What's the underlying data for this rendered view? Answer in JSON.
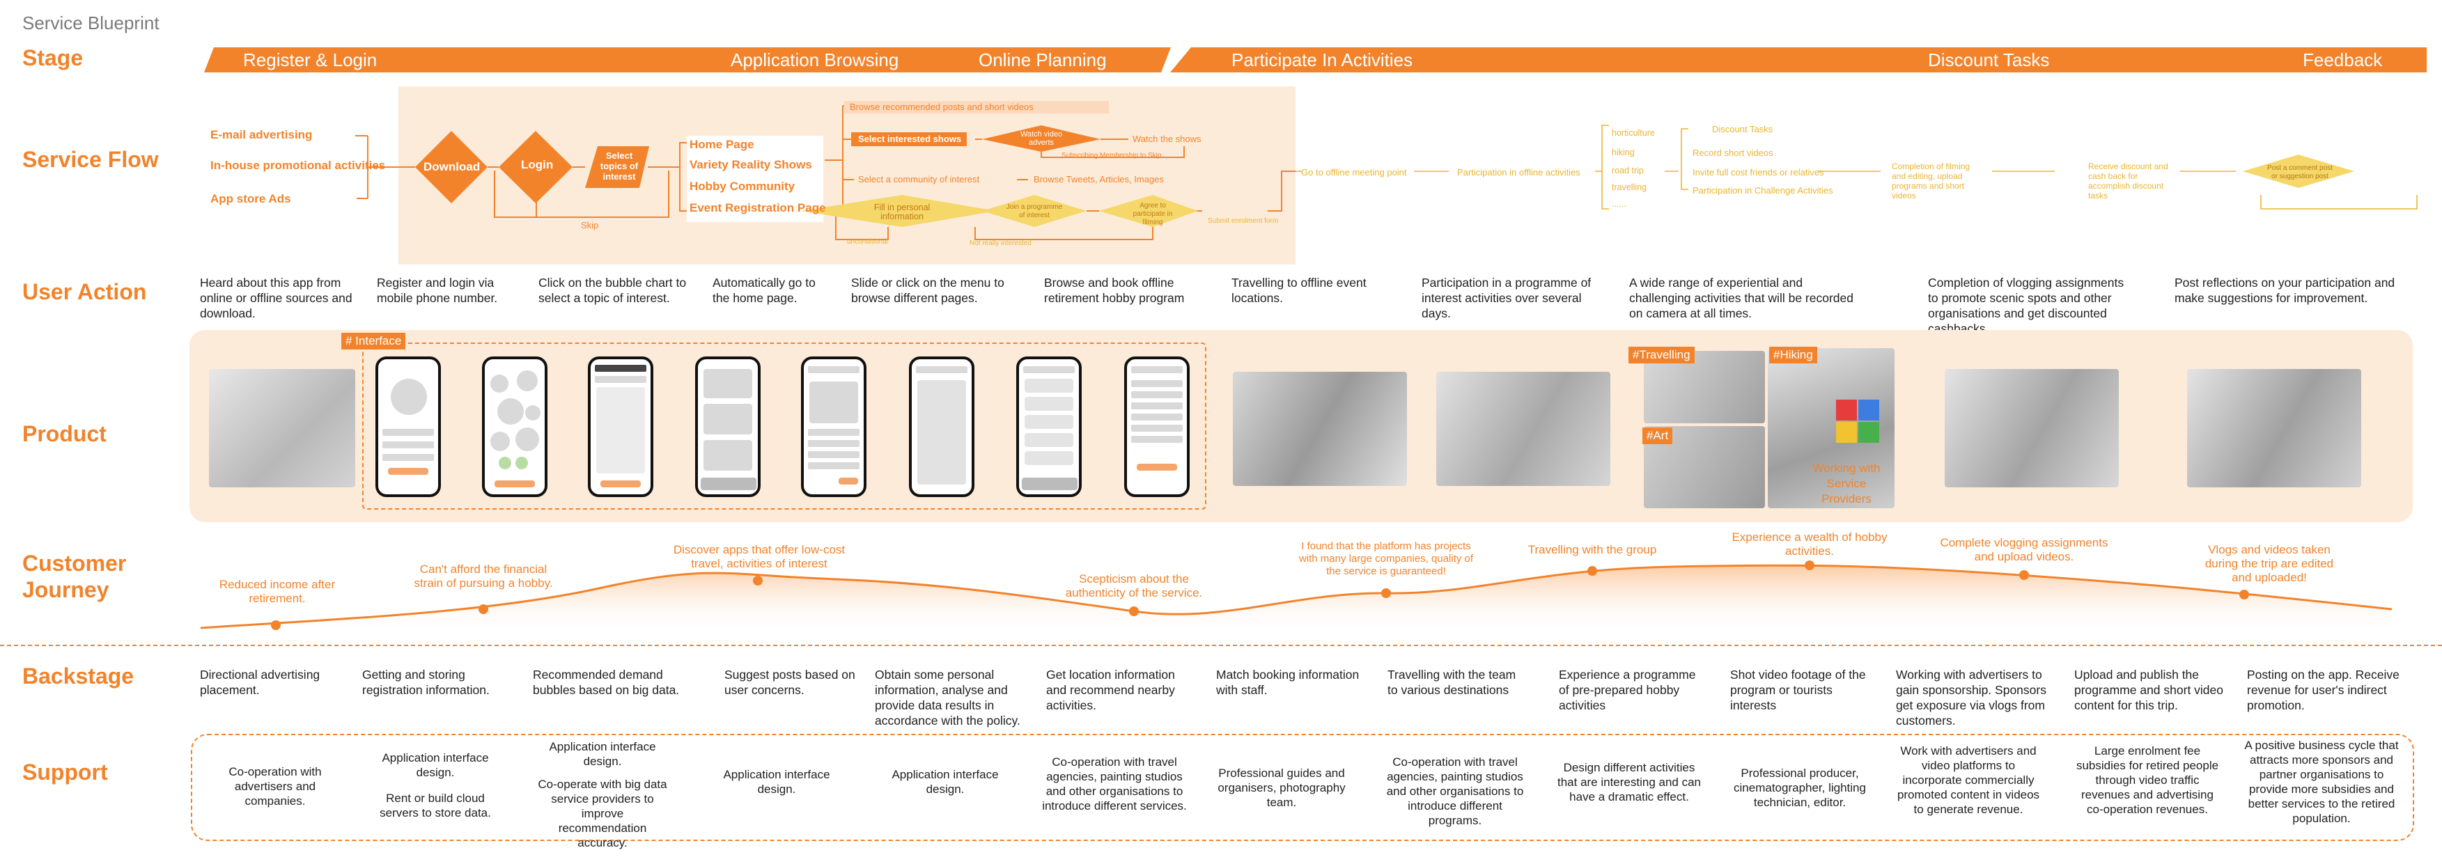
{
  "title": "Service Blueprint",
  "labels": {
    "stage": "Stage",
    "service_flow": "Service Flow",
    "user_action": "User Action",
    "product": "Product",
    "customer_journey": "Customer Journey",
    "backstage": "Backstage",
    "support": "Support"
  },
  "stages": [
    "Register & Login",
    "Application Browsing",
    "Online Planning",
    "Participate In Activities",
    "Discount Tasks",
    "Feedback"
  ],
  "service_flow": {
    "channels": [
      "E-mail advertising",
      "In-house promotional activities",
      "App store Ads"
    ],
    "download": "Download",
    "login": "Login",
    "select_topics": "Select topics of interest",
    "skip": "Skip",
    "pages": [
      "Home Page",
      "Variety Reality Shows",
      "Hobby Community",
      "Event Registration Page"
    ],
    "browse_recommended": "Browse recommended posts and short videos",
    "select_shows": "Select interested shows",
    "watch_video_adverts": "Watch video adverts",
    "watch_shows": "Watch the shows",
    "subscribing": "Subscribing Membership to Skip",
    "select_community": "Select a community of interest",
    "browse_tweets": "Browse Tweets, Articles, Images",
    "fill_info": "Fill in personal information",
    "join_programme": "Join a programme of interest",
    "agree_participate": "Agree to participate in filming",
    "submit_form": "Submit enrolment form",
    "unconditional": "unconditional",
    "not_interested": "Not really interested",
    "go_meeting": "Go to offline meeting point",
    "participation_offline": "Participation in offline activities",
    "hobbies": [
      "horticulture",
      "hiking",
      "road trip",
      "travelling",
      "......"
    ],
    "tasks": [
      "Discount Tasks",
      "Record short videos",
      "Invite full cost friends or relatives",
      "Participation in Challenge Activities"
    ],
    "completion": "Completion of filming and editing, upload programs and short videos",
    "receive_discount": "Receive discount and cash back for accomplish discount tasks",
    "post_comment": "Post a comment post or suggestion post"
  },
  "user_actions": [
    "Heard about this app from online or offline sources and download.",
    "Register and login via mobile phone number.",
    "Click on the bubble chart to select a topic of interest.",
    "Automatically go to the home page.",
    "Slide or click on the menu to browse different pages.",
    "Browse and book offline retirement hobby program",
    "Travelling to offline event locations.",
    "Participation in a programme of interest activities over several days.",
    "A wide range of experiential and challenging activities that will be recorded on camera at all times.",
    "Completion of vlogging assignments to promote scenic spots and other organisations and get discounted cashbacks",
    "Post reflections on your participation and make suggestions for improvement."
  ],
  "product": {
    "interface_tag": "# Interface",
    "tags": [
      "#Travelling",
      "#Hiking",
      "#Art"
    ],
    "working_with": "Working with Service Providers"
  },
  "journey": [
    "Reduced income after retirement.",
    "Can't afford the financial strain of pursuing a hobby.",
    "Discover apps that offer low-cost travel, activities of interest",
    "Scepticism about the authenticity of the service.",
    "I found that the platform has projects with many large companies, quality of the service is guaranteed!",
    "Travelling with the group",
    "Experience a wealth of hobby activities.",
    "Complete vlogging assignments and upload videos.",
    "Vlogs and videos taken during the trip are edited and uploaded!"
  ],
  "backstage": [
    "Directional advertising placement.",
    "Getting and storing registration information.",
    "Recommended demand bubbles based on big data.",
    "Suggest posts based on user concerns.",
    "Obtain some personal information, analyse and provide data results in accordance with the policy.",
    "Get location information and recommend nearby activities.",
    "Match booking information with staff.",
    "Travelling with the team to various destinations",
    "Experience a programme of pre-prepared hobby activities",
    "Shot video footage of the program or tourists interests",
    "Working with advertisers to gain sponsorship. Sponsors get exposure via vlogs from customers.",
    "Upload and publish the programme and short video content for this trip.",
    "Posting on the app. Receive revenue for user's indirect promotion."
  ],
  "support": [
    "Co-operation with advertisers and companies.",
    "Application interface design.",
    "Rent or build cloud servers to store data.",
    "Application interface design.",
    "Co-operate with big data service providers to improve recommendation accuracy.",
    "Application interface design.",
    "Application interface design.",
    "Co-operation with travel agencies, painting studios and other organisations to introduce different services.",
    "Professional guides and organisers, photography team.",
    "Co-operation with travel agencies, painting studios and other organisations to introduce different programs.",
    "Design different activities that are interesting and can have a dramatic effect.",
    "Professional producer, cinematographer, lighting technician, editor.",
    "Work with advertisers and video platforms to incorporate commercially promoted content in videos to generate revenue.",
    "Large enrolment fee subsidies for retired people through video traffic revenues and advertising co-operation revenues.",
    "A positive business cycle that attracts more sponsors and partner organisations to provide more subsidies and better services to the retired population."
  ],
  "colors": {
    "accent": "#f2832b",
    "light": "#fdebd9",
    "yellow": "#f5d76a",
    "gray": "#7a7a7a"
  }
}
